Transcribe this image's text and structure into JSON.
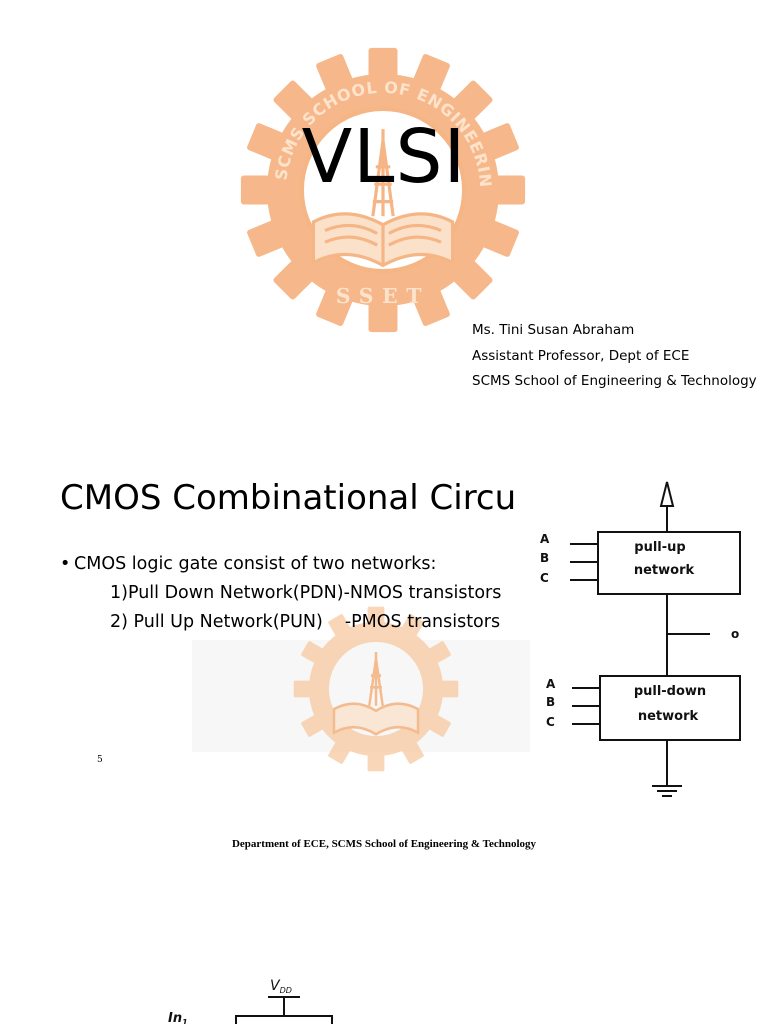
{
  "slide1": {
    "title": "VLSI",
    "author": {
      "name": "Ms. Tini Susan Abraham",
      "designation": "Assistant Professor, Dept of ECE",
      "institution": "SCMS School of Engineering & Technology"
    },
    "logo": {
      "ring_text": "SCMS SCHOOL OF ENGINEERING AND TECHNOLOGY, COCHIN",
      "bottom_text": "SSET",
      "color": "#f5a25d"
    }
  },
  "slide2": {
    "title": "CMOS Combinational Circu",
    "bullet": "CMOS logic gate consist of two networks:",
    "sub_items": [
      {
        "main": "1)Pull Down Network(PDN)-NMOS transistors",
        "extra": ""
      },
      {
        "main": "2) Pull Up Network(PUN)",
        "extra": "-PMOS transistors"
      }
    ],
    "slide_number": "5",
    "footer": "Department of ECE, SCMS School of Engineering & Technology",
    "diagram": {
      "pull_up_label_1": "pull-up",
      "pull_up_label_2": "network",
      "pull_down_label_1": "pull-down",
      "pull_down_label_2": "network",
      "inputs": [
        "A",
        "B",
        "C"
      ],
      "output_label": "o"
    }
  },
  "slide3": {
    "vdd_label": "V",
    "vdd_sub": "DD",
    "input_label": "In",
    "input_sub": "1"
  }
}
